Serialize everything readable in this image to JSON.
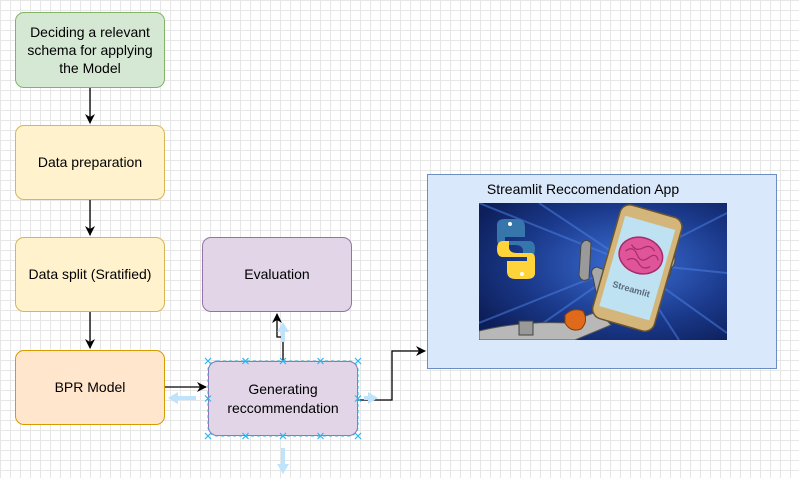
{
  "nodes": {
    "schema": "Deciding a relevant schema for applying the Model",
    "prep": "Data preparation",
    "split": "Data split (Sratified)",
    "bpr": "BPR Model",
    "eval": "Evaluation",
    "gen": "Generating reccommendation",
    "app": "Streamlit Reccomendation App"
  },
  "image": {
    "phone_brand": "Streamlit"
  },
  "colors": {
    "green_fill": "#d5e8d4",
    "green_stroke": "#82b366",
    "yellow_fill": "#fff2cc",
    "yellow_stroke": "#d6b656",
    "orange_fill": "#ffe6cc",
    "orange_stroke": "#d79b00",
    "purple_fill": "#e1d5e7",
    "purple_stroke": "#9673a6",
    "blue_fill": "#dae8fc",
    "blue_stroke": "#6c8ebf",
    "selection": "#29b6f2"
  }
}
